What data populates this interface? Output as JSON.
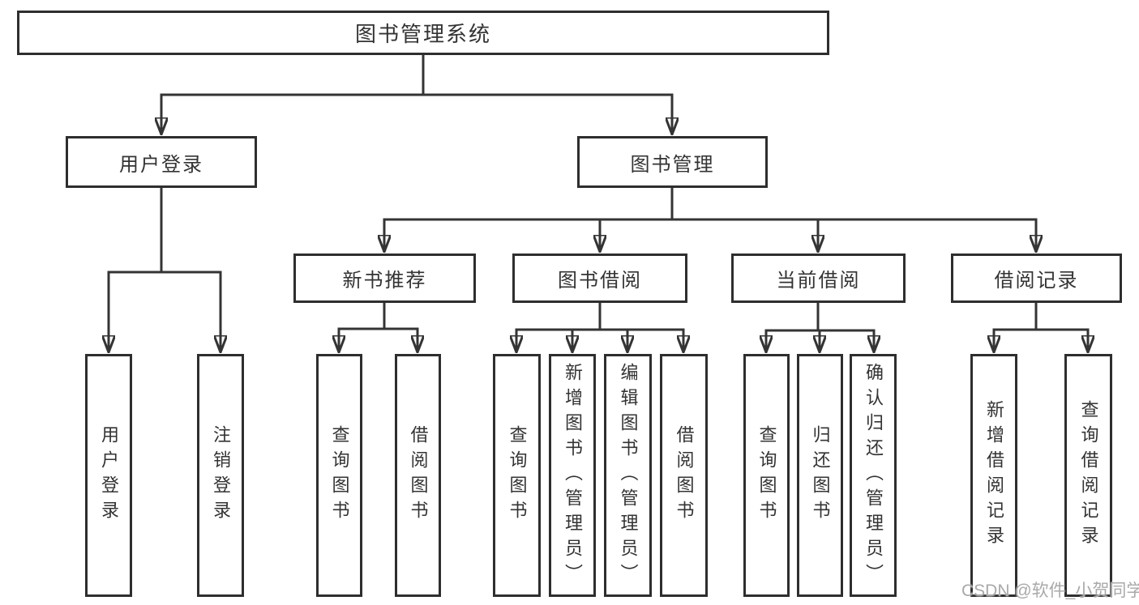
{
  "diagram_title": "图书管理系统",
  "tree": {
    "root": {
      "label": "图书管理系统",
      "children": [
        {
          "label": "用户登录",
          "children": [
            {
              "label": "用户登录"
            },
            {
              "label": "注销登录"
            }
          ]
        },
        {
          "label": "图书管理",
          "children": [
            {
              "label": "新书推荐",
              "children": [
                {
                  "label": "查询图书"
                },
                {
                  "label": "借阅图书"
                }
              ]
            },
            {
              "label": "图书借阅",
              "children": [
                {
                  "label": "查询图书"
                },
                {
                  "label": "新增图书（管理员）"
                },
                {
                  "label": "编辑图书（管理员）"
                },
                {
                  "label": "借阅图书"
                }
              ]
            },
            {
              "label": "当前借阅",
              "children": [
                {
                  "label": "查询图书"
                },
                {
                  "label": "归还图书"
                },
                {
                  "label": "确认归还（管理员）"
                }
              ]
            },
            {
              "label": "借阅记录",
              "children": [
                {
                  "label": "新增借阅记录"
                },
                {
                  "label": "查询借阅记录"
                }
              ]
            }
          ]
        }
      ]
    }
  },
  "watermark": {
    "text": "CSDN @软件_小贺同学"
  },
  "colors": {
    "line": "#343434",
    "box_border": "#2e2e2e",
    "text": "#333333",
    "watermark": "#a9a9a9",
    "background": "#ffffff"
  }
}
